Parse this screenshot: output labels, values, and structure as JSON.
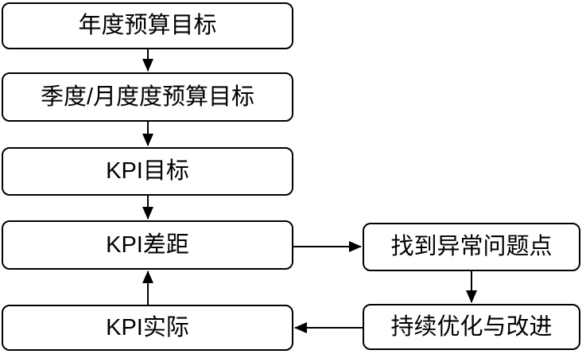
{
  "diagram": {
    "type": "flowchart",
    "colors": {
      "background": "#ffffff",
      "node_fill": "#ffffff",
      "node_border": "#000000",
      "text": "#000000",
      "arrow": "#000000"
    },
    "nodes": [
      {
        "id": "annual-budget-target",
        "label": "年度预算目标"
      },
      {
        "id": "quarterly-monthly-budget-target",
        "label": "季度/月度度预算目标"
      },
      {
        "id": "kpi-target",
        "label": "KPI目标"
      },
      {
        "id": "kpi-gap",
        "label": "KPI差距"
      },
      {
        "id": "kpi-actual",
        "label": "KPI实际"
      },
      {
        "id": "find-abnormal-issue-point",
        "label": "找到异常问题点"
      },
      {
        "id": "continuous-optimization-improvement",
        "label": "持续优化与改进"
      }
    ],
    "edges": [
      {
        "from": "annual-budget-target",
        "to": "quarterly-monthly-budget-target",
        "direction": "down"
      },
      {
        "from": "quarterly-monthly-budget-target",
        "to": "kpi-target",
        "direction": "down"
      },
      {
        "from": "kpi-target",
        "to": "kpi-gap",
        "direction": "down"
      },
      {
        "from": "kpi-gap",
        "to": "find-abnormal-issue-point",
        "direction": "right"
      },
      {
        "from": "find-abnormal-issue-point",
        "to": "continuous-optimization-improvement",
        "direction": "down"
      },
      {
        "from": "continuous-optimization-improvement",
        "to": "kpi-actual",
        "direction": "left"
      },
      {
        "from": "kpi-actual",
        "to": "kpi-gap",
        "direction": "up"
      }
    ]
  }
}
